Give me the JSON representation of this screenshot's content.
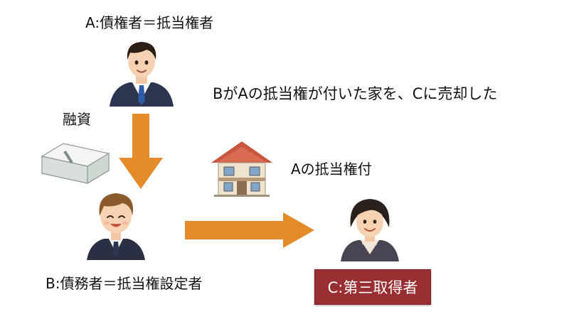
{
  "labels": {
    "creditor": "A:債権者＝抵当権者",
    "loan": "融資",
    "sale_statement": "BがAの抵当権が付いた家を、Cに売却した",
    "mortgage_attached": "Aの抵当権付",
    "debtor": "B:債務者＝抵当権設定者",
    "third_party": "C:第三取得者"
  },
  "colors": {
    "arrow": "#e48a2b",
    "badge_bg": "#9a2f33",
    "badge_text": "#ffffff"
  },
  "icons": {
    "person_a": "businessman-icon",
    "person_b": "smiling-man-icon",
    "person_c": "woman-icon",
    "money": "money-stack-icon",
    "house": "house-icon"
  }
}
